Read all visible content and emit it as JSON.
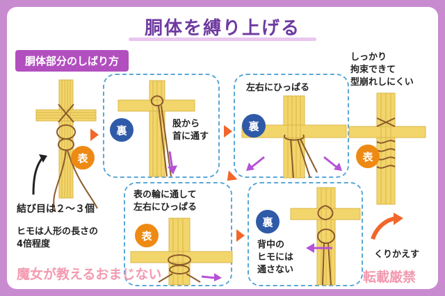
{
  "title": "胴体を縛り上げる",
  "section": "胴体部分のしばり方",
  "badges": {
    "back": "裏",
    "front": "表"
  },
  "steps": {
    "step1_note1": "結び目は２〜３個",
    "step1_note2_line1": "ヒモは人形の長さの",
    "step1_note2_line2": "4倍程度",
    "step2_line1": "股から",
    "step2_line2": "首に通す",
    "step3": "左右にひっぱる",
    "step4_line1": "表の輪に通して",
    "step4_line2": "左右にひっぱる",
    "step5_line1": "背中の",
    "step5_line2": "ヒモには",
    "step5_line3": "通さない",
    "step6": "くりかえす",
    "final_line1": "しっかり",
    "final_line2": "拘束できて",
    "final_line3": "型崩れしにくい"
  },
  "watermarks": {
    "left": "魔女が教えるおまじない",
    "right": "転載厳禁"
  },
  "colors": {
    "border": "#c98bd0",
    "title": "#6e3aa0",
    "tag": "#b24fbf",
    "panel_border": "#59a7d7",
    "back_badge": "#2f5aa8",
    "front_badge": "#ee8a13",
    "straw": "#f2d56b",
    "rope": "#8a5a2b",
    "flow_arrow": "#f2662b",
    "pull_arrow": "#b552d6",
    "watermark": "#f39ab0"
  },
  "icons": [
    "straw-doll",
    "flow-arrow",
    "pull-arrow",
    "curved-arrow"
  ]
}
